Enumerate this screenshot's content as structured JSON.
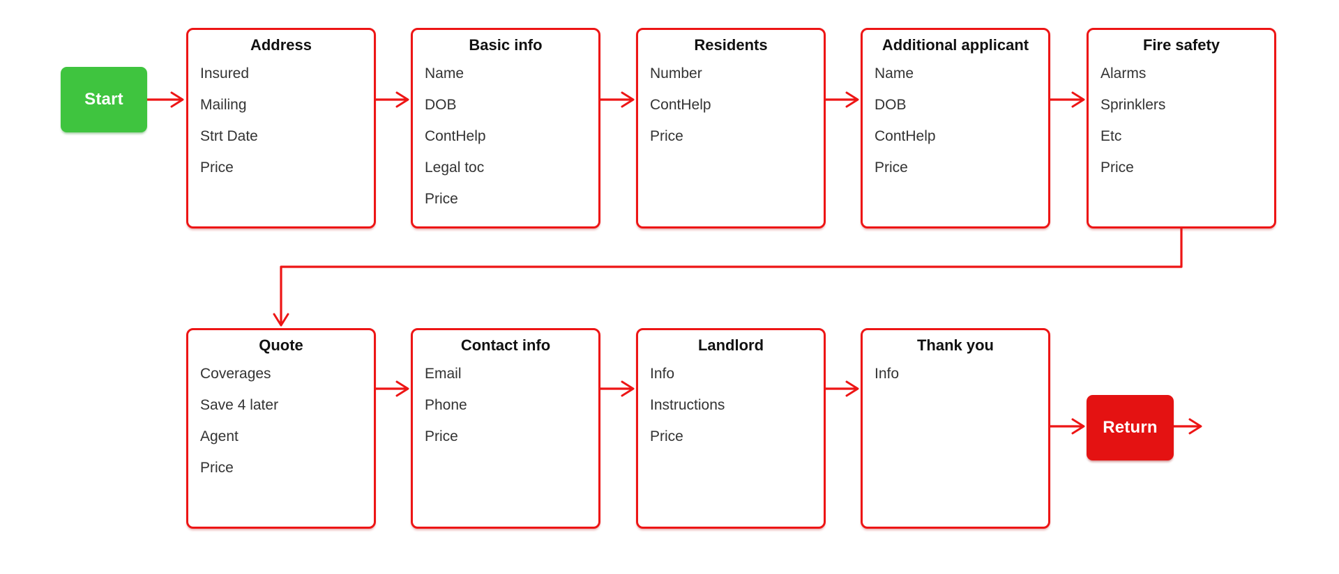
{
  "diagram": {
    "colors": {
      "node_border_red": "#ed1515",
      "start_fill_green": "#3fc43f",
      "return_fill_red": "#e41212",
      "title_text": "#111111",
      "item_text": "#333333"
    },
    "start": {
      "label": "Start"
    },
    "return": {
      "label": "Return"
    },
    "boxes": [
      {
        "title": "Address",
        "items": [
          "Insured",
          "Mailing",
          "Strt Date",
          "Price"
        ]
      },
      {
        "title": "Basic info",
        "items": [
          "Name",
          "DOB",
          "ContHelp",
          "Legal toc",
          "Price"
        ]
      },
      {
        "title": "Residents",
        "items": [
          "Number",
          "ContHelp",
          "Price"
        ]
      },
      {
        "title": "Additional applicant",
        "items": [
          "Name",
          "DOB",
          "ContHelp",
          "Price"
        ]
      },
      {
        "title": "Fire safety",
        "items": [
          "Alarms",
          "Sprinklers",
          "Etc",
          "Price"
        ]
      },
      {
        "title": "Quote",
        "items": [
          "Coverages",
          "Save 4 later",
          "Agent",
          "Price"
        ]
      },
      {
        "title": "Contact info",
        "items": [
          "Email",
          "Phone",
          "Price"
        ]
      },
      {
        "title": "Landlord",
        "items": [
          "Info",
          "Instructions",
          "Price"
        ]
      },
      {
        "title": "Thank you",
        "items": [
          "Info"
        ]
      }
    ],
    "edges": [
      {
        "from": "Start",
        "to": "Address"
      },
      {
        "from": "Address",
        "to": "Basic info"
      },
      {
        "from": "Basic info",
        "to": "Residents"
      },
      {
        "from": "Residents",
        "to": "Additional applicant"
      },
      {
        "from": "Additional applicant",
        "to": "Fire safety"
      },
      {
        "from": "Fire safety",
        "to": "Quote"
      },
      {
        "from": "Quote",
        "to": "Contact info"
      },
      {
        "from": "Contact info",
        "to": "Landlord"
      },
      {
        "from": "Landlord",
        "to": "Thank you"
      },
      {
        "from": "Thank you",
        "to": "Return"
      }
    ],
    "return_exit_arrow": true
  }
}
